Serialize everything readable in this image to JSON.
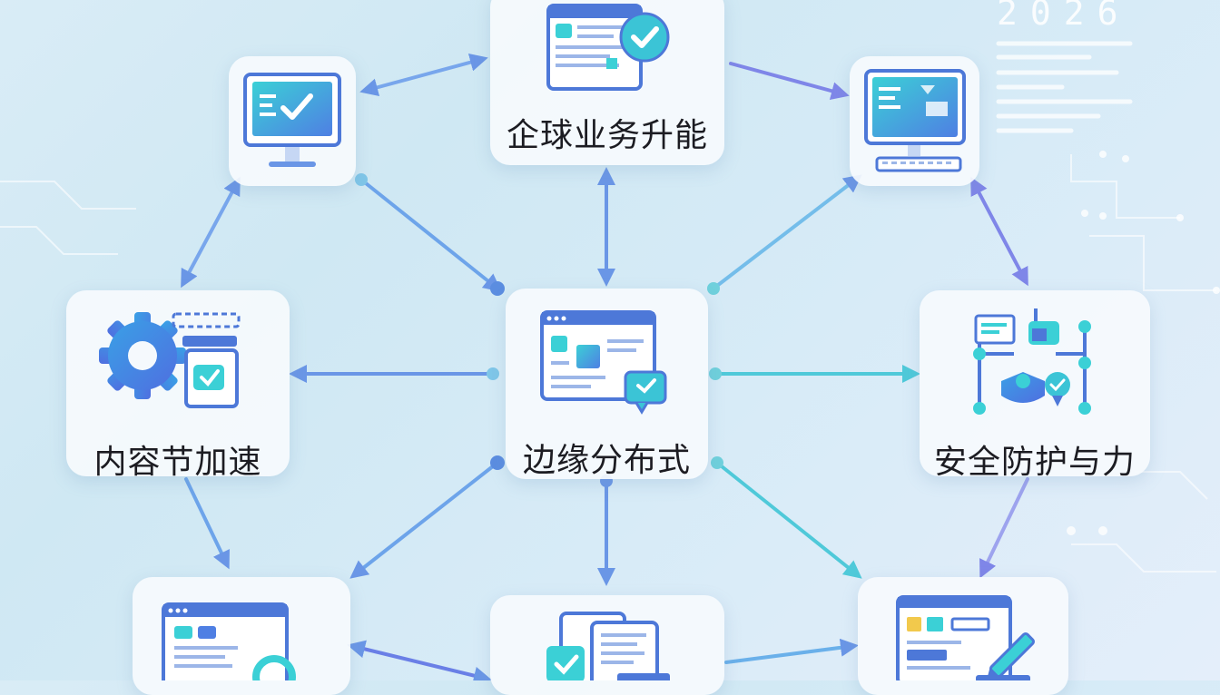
{
  "year": "2026",
  "nodes": {
    "top_center": {
      "label": "企球业务升能",
      "icon": "document-check-icon"
    },
    "top_left": {
      "label": "",
      "icon": "monitor-check-icon"
    },
    "top_right": {
      "label": "",
      "icon": "desktop-computer-icon"
    },
    "mid_left": {
      "label": "内容节加速",
      "icon": "gear-browser-icon"
    },
    "center": {
      "label": "边缘分布式",
      "icon": "browser-chat-icon"
    },
    "mid_right": {
      "label": "安全防护与力",
      "icon": "security-network-icon"
    },
    "bottom_left": {
      "label": "",
      "icon": "browser-search-icon"
    },
    "bottom_center": {
      "label": "",
      "icon": "documents-check-icon"
    },
    "bottom_right": {
      "label": "",
      "icon": "document-edit-icon"
    }
  },
  "colors": {
    "accent_blue": "#4a7fe0",
    "accent_teal": "#35c9d8",
    "arrow_purple": "#7f86e8"
  }
}
